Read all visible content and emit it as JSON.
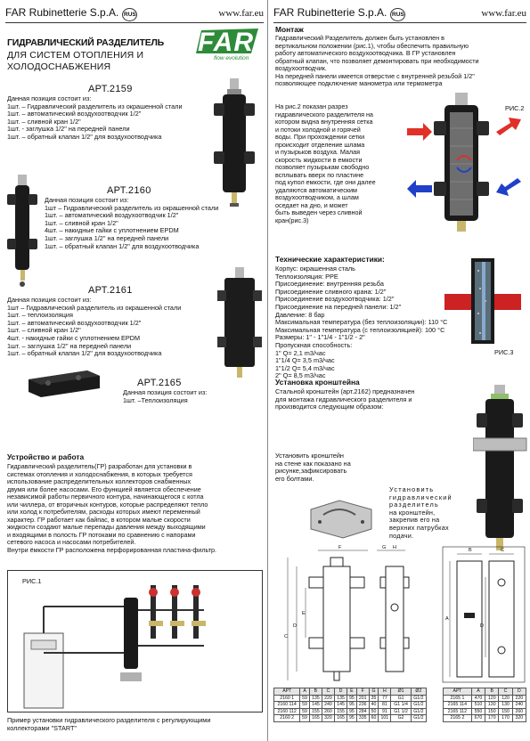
{
  "header": {
    "brand": "FAR Rubinetterie S.p.A.",
    "rus": "RUS",
    "site": "www.far.eu"
  },
  "logo": {
    "text": "FAR",
    "tagline": "flow evolution"
  },
  "title": {
    "main": "ГИДРАВЛИЧЕСКИЙ РАЗДЕЛИТЕЛЬ",
    "sub1": "ДЛЯ СИСТЕМ ОТОПЛЕНИЯ И",
    "sub2": "ХОЛОДОСНАБЖЕНИЯ"
  },
  "products": [
    {
      "art": "АРТ.2159",
      "intro": "Данная позиция состоит из:",
      "items": [
        "1шт. – Гидравлический разделитель из окрашенной стали",
        "1шт. – автоматический воздухоотводчик 1/2\"",
        "1шт. – сливной кран 1/2\"",
        "1шт. - заглушка 1/2\" на передней панели",
        "1шт. – обратный клапан 1/2\" для воздухоотводчика"
      ]
    },
    {
      "art": "АРТ.2160",
      "intro": "Данная позиция состоит из:",
      "items": [
        "1шт – Гидравлический разделитель из окрашенной стали",
        "1шт. – автоматический воздухоотводчик 1/2\"",
        "1шт. – сливной кран 1/2\"",
        "4шт. – накидные гайки с уплотнением EPDM",
        "1шт. – заглушка 1/2\" на передней панели",
        "1шт. – обратный клапан 1/2\" для воздухоотводчика"
      ]
    },
    {
      "art": "АРТ.2161",
      "intro": "Данная позиция состоит из:",
      "items": [
        "1шт – Гидравлический разделитель из окрашенной стали",
        "1шт. – теплоизоляция",
        "1шт. – автоматический воздухоотводчик 1/2\"",
        "1шт. – сливной кран 1/2\"",
        "4шт. - накидные гайки с уплотнением EPDM",
        "1шт. – заглушка 1/2\" на передней панели",
        "1шт. – обратный клапан 1/2\" для воздухоотводчика"
      ]
    },
    {
      "art": "АРТ.2165",
      "intro": "Данная позиция состоит из:",
      "items": [
        "1шт. –Теплоизоляция"
      ]
    }
  ],
  "operation": {
    "heading": "Устройство и работа",
    "lines": [
      "Гидравлический разделитель(ГР) разработан для установки в",
      "системах отопления и холодоснабжения, в которых требуется",
      "использование распределительных коллекторов снабженных",
      "двумя или более насосами. Его функцией является обеспечение",
      "независимой работы первичного контура, начинающегося с котла",
      "или чиллера, от вторичных контуров, которые распределяют тепло",
      "или холод к потребителям, расходы которых имеют переменный",
      "характер. ГР работает как байпас, в котором малые скорости",
      "жидкости создают малые перепады давления между выходящими",
      "и входящими в полость ГР потоками по сравнению с напорами",
      "сетевого насоса и насосами потребителей."
    ],
    "last": "Внутри ёмкости ГР расположена перфорированная пластина-фильтр."
  },
  "fig1": {
    "label": "РИС.1",
    "caption1": "Пример установки гидравлического разделителя с регулирующими",
    "caption2": "коллекторами \"START\""
  },
  "mounting": {
    "heading": "Монтаж",
    "lines": [
      "Гидравлический Разделитель должен быть установлен в",
      "вертикальном положении (рис.1), чтобы обеспечить правильную",
      "работу автоматического воздухоотводчика. В ГР установлен",
      "обратный клапан, что позволяет демонтировать при необходимости",
      "воздухоотводчик."
    ],
    "lines2": [
      "На передней панели имеется отверстие с внутренней резьбой 1/2\"",
      "позволяющее подключение манометра или термометра"
    ]
  },
  "fig2": {
    "label": "РИС.2",
    "lines": [
      "На рис.2 показан разрез",
      "гидравлического разделителя на",
      "котором видна внутренняя сетка",
      "и потоки холодной и горячей",
      "воды. При прохождении сетки",
      "происходит отделение шлама",
      "и пузырьков воздуха. Малая",
      "скорость жидкости в емкости",
      "позволяет пузырькам свободно",
      "всплывать вверх по пластине",
      "под купол емкости, где они далее",
      "удаляются автоматическим",
      "воздухоотводчиком, а шлам",
      "оседает на дно, и может",
      "быть выведен через сливной",
      "кран(рис.3)"
    ]
  },
  "fig3": {
    "label": "РИС.3"
  },
  "specs": {
    "heading": "Технические характеристики:",
    "lines": [
      "Корпус: окрашенная сталь",
      "Теплоизоляция: PPE",
      "Присоединение: внутренняя резьба",
      "Присоединение сливного крана: 1/2\"",
      "Присоединение воздухоотводчика: 1/2\"",
      "Присоединение на передней панели: 1/2\"",
      "Давление: 8 бар",
      "Максимальная температура (без теплоизоляции): 110 °С",
      "Максимальная температура (с теплоизоляцией): 100 °С",
      "Размеры: 1\" - 1\"1/4 - 1\"1/2 - 2\"",
      "Пропускная способность:",
      "1\" Q= 2,1 m3/час",
      "1\"1/4 Q= 3,5 m3/час",
      "1\"1/2 Q= 5,4 m3/час",
      "2\" Q= 8,5 m3/час"
    ]
  },
  "bracket": {
    "heading": "Установка кронштейна",
    "lines": [
      "Стальной кронштейн (арт.2162) предназначен",
      "для монтажа гидравлического разделителя и",
      "производится следующим образом:"
    ],
    "step1": [
      "Установить кронштейн",
      "на стене как показано на",
      "рисунке,зафиксировать",
      "его болтами."
    ],
    "step2": [
      "Установить",
      "гидравлический",
      "разделитель",
      "на кронштейн,",
      "закрепив его на",
      "верхних патрубках",
      "подачи."
    ]
  },
  "dims": [
    "A",
    "B",
    "C",
    "D",
    "E",
    "F",
    "G",
    "H"
  ],
  "table1": {
    "headers": [
      "АРТ",
      "A",
      "B",
      "C",
      "D",
      "E",
      "F",
      "G",
      "H",
      "Ø1",
      "Ø2"
    ],
    "rows": [
      [
        "2160 1",
        "59",
        "135",
        "220",
        "135",
        "95",
        "201",
        "35",
        "77",
        "G1",
        "G1/2"
      ],
      [
        "2160 114",
        "59",
        "145",
        "240",
        "145",
        "95",
        "236",
        "40",
        "81",
        "G1 1/4",
        "G1/2"
      ],
      [
        "2160 112",
        "59",
        "155",
        "260",
        "155",
        "95",
        "284",
        "50",
        "91",
        "G1 1/2",
        "G1/2"
      ],
      [
        "2160 2",
        "59",
        "165",
        "320",
        "165",
        "95",
        "335",
        "60",
        "101",
        "G2",
        "G1/2"
      ]
    ]
  },
  "table2": {
    "headers": [
      "АРТ",
      "A",
      "B",
      "C",
      "D"
    ],
    "rows": [
      [
        "2165 1",
        "470",
        "120",
        "120",
        "220"
      ],
      [
        "2165 114",
        "510",
        "130",
        "130",
        "240"
      ],
      [
        "2165 112",
        "550",
        "150",
        "150",
        "260"
      ],
      [
        "2165 2",
        "670",
        "170",
        "170",
        "320"
      ]
    ]
  },
  "colors": {
    "accent": "#2e8b3a",
    "hot": "#e03028",
    "cold": "#2040c8",
    "body": "#1a1a1a"
  }
}
